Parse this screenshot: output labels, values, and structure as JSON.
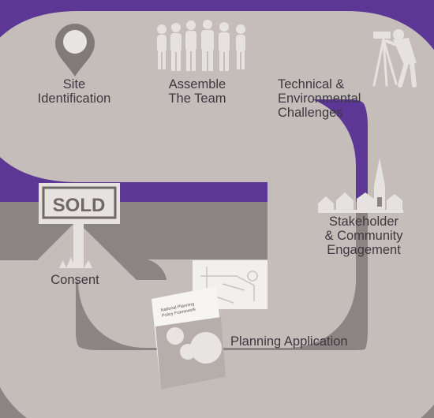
{
  "colors": {
    "purple": "#5c3795",
    "taupe": "#8a8482",
    "path": "#c4bdba",
    "text": "#3c3840",
    "silhouette": "#e6e2e0"
  },
  "icons": [
    "map-pin-icon",
    "people-group-icon",
    "surveyor-icon",
    "village-icon",
    "sold-sign-icon",
    "document-icon",
    "site-plan-icon"
  ],
  "steps": [
    {
      "label": "Site\nIdentification"
    },
    {
      "label": "Assemble\nThe Team"
    },
    {
      "label": "Technical &\nEnvironmental\nChallenges"
    },
    {
      "label": "Stakeholder\n& Community\nEngagement"
    },
    {
      "label": "Planning Application"
    },
    {
      "label": "Consent"
    }
  ],
  "sign": {
    "text": "SOLD"
  },
  "document": {
    "title": "National Planning\nPolicy Framework"
  }
}
